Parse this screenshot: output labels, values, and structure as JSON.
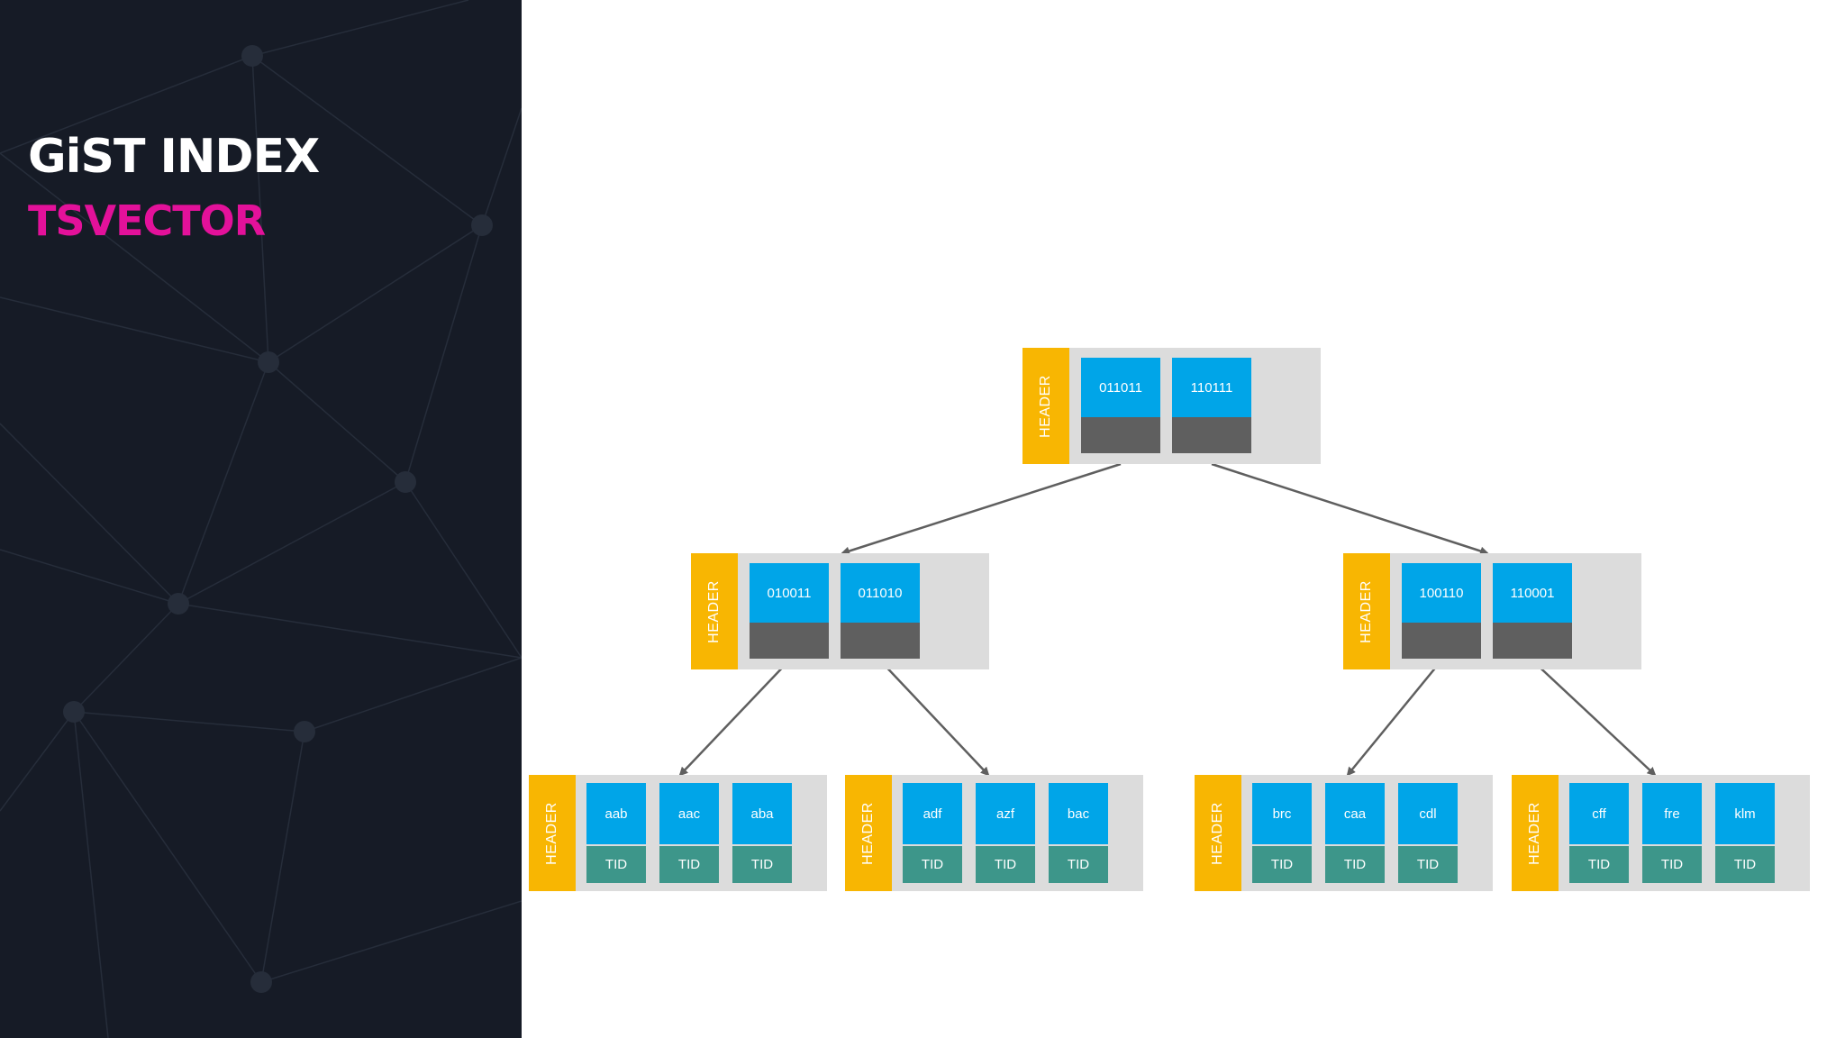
{
  "slide": {
    "title": "GiST INDEX",
    "subtitle": "TSVECTOR"
  },
  "colors": {
    "sidebar_bg": "#161b26",
    "title": "#ffffff",
    "subtitle": "#e3119a",
    "header": "#f8b602",
    "key": "#00a5e8",
    "pointer": "#5f5f5f",
    "tid": "#3d968a",
    "page": "#dcdcdc",
    "arrow": "#5f5f5f"
  },
  "diagram": {
    "header_label": "HEADER",
    "tid_label": "TID",
    "root": {
      "keys": [
        "011011",
        "110111"
      ]
    },
    "inner": [
      {
        "keys": [
          "010011",
          "011010"
        ]
      },
      {
        "keys": [
          "100110",
          "110001"
        ]
      }
    ],
    "leaves": [
      {
        "keys": [
          "aab",
          "aac",
          "aba"
        ]
      },
      {
        "keys": [
          "adf",
          "azf",
          "bac"
        ]
      },
      {
        "keys": [
          "brc",
          "caa",
          "cdl"
        ]
      },
      {
        "keys": [
          "cff",
          "fre",
          "klm"
        ]
      }
    ]
  }
}
